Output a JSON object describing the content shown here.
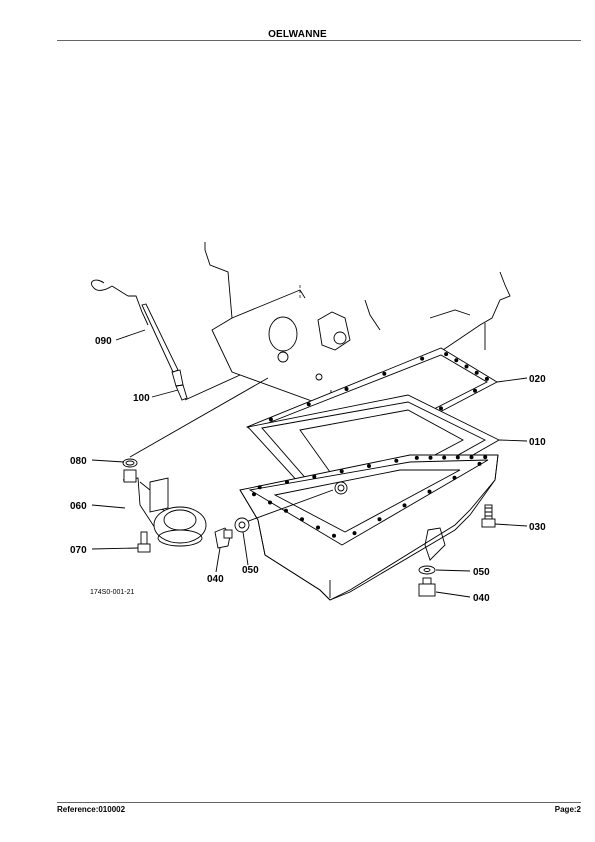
{
  "header": {
    "title": "OELWANNE"
  },
  "footer": {
    "reference": "Reference:010002",
    "page": "Page:2"
  },
  "diagram": {
    "drawing_number": "174S0-001-21",
    "callouts": {
      "c090": "090",
      "c100": "100",
      "c080": "080",
      "c060": "060",
      "c070": "070",
      "c040a": "040",
      "c050a": "050",
      "c020": "020",
      "c010": "010",
      "c030": "030",
      "c050b": "050",
      "c040b": "040"
    }
  }
}
